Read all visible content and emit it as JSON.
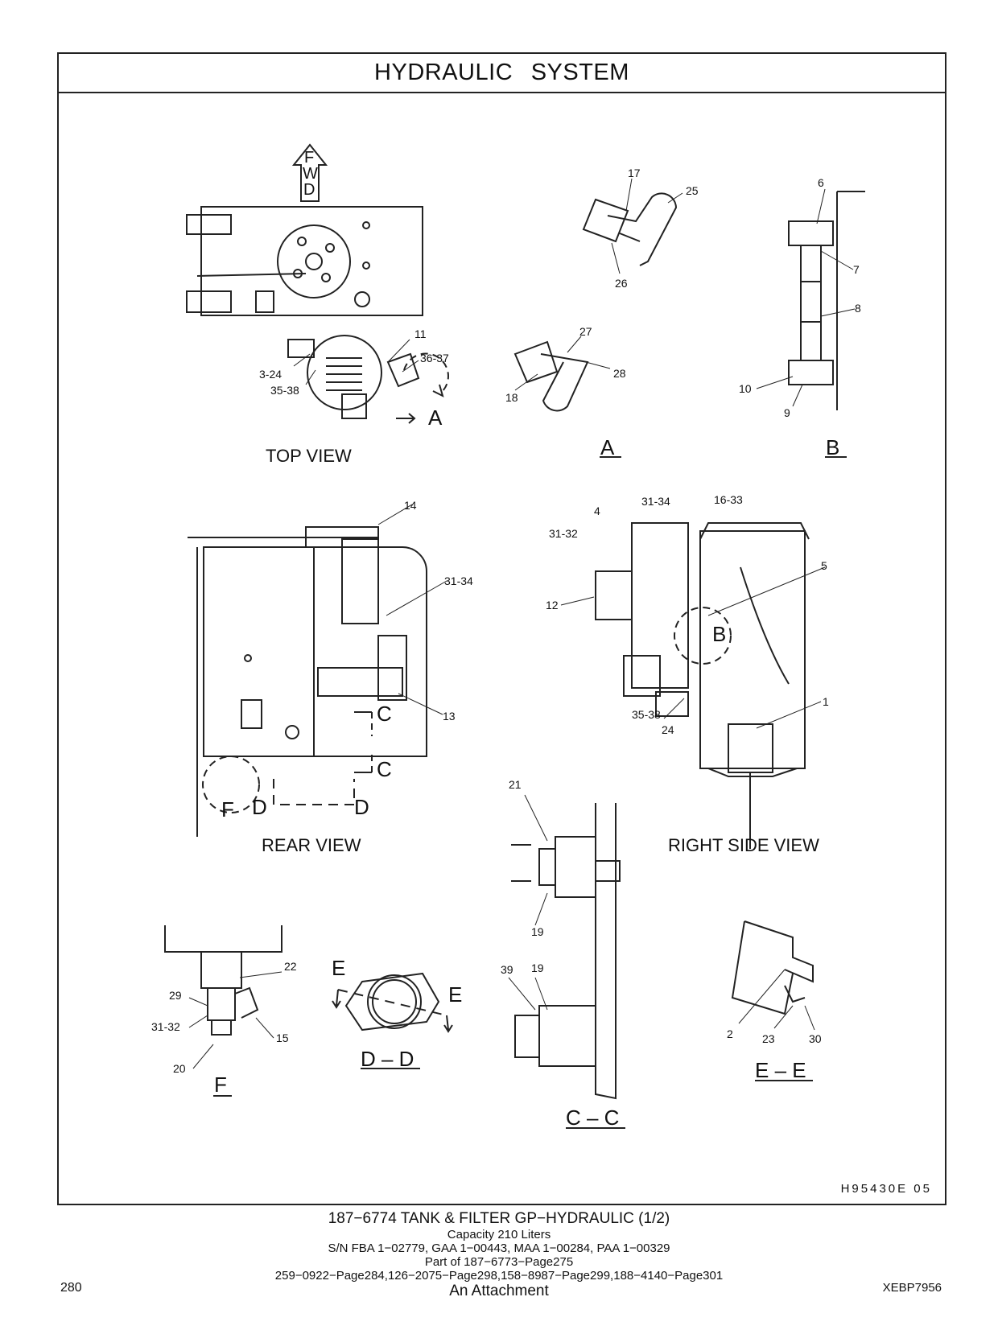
{
  "header": {
    "title": "HYDRAULIC SYSTEM"
  },
  "drawing_number": "H95430E 05",
  "directions": {
    "fwd_letters": [
      "F",
      "W",
      "D"
    ]
  },
  "views": {
    "top": "TOP VIEW",
    "rear": "REAR VIEW",
    "right_side": "RIGHT SIDE VIEW",
    "A": "A",
    "B": "B",
    "F": "F",
    "DD": "D – D",
    "CC": "C – C",
    "EE": "E – E"
  },
  "section_markers": {
    "A": "A",
    "B": "B",
    "C": "C",
    "D": "D",
    "E": "E",
    "F": "F"
  },
  "callouts": {
    "top_view": [
      "3-24",
      "35-38",
      "11",
      "36-37"
    ],
    "detail_a": [
      "17",
      "25",
      "26",
      "27",
      "28",
      "18"
    ],
    "detail_b": [
      "6",
      "7",
      "8",
      "10",
      "9"
    ],
    "rear_view": [
      "14",
      "31-34",
      "13"
    ],
    "right_side_view": [
      "4",
      "31-34",
      "16-33",
      "31-32",
      "5",
      "12",
      "35-38",
      "24",
      "1"
    ],
    "detail_cc": [
      "21",
      "19",
      "39",
      "19"
    ],
    "detail_f": [
      "22",
      "29",
      "31-32",
      "15",
      "20"
    ],
    "detail_ee": [
      "2",
      "23",
      "30"
    ]
  },
  "caption": {
    "part_title": "187−6774  TANK  &  FILTER  GP−HYDRAULIC (1/2)",
    "capacity": "Capacity  210  Liters",
    "serials": "S/N FBA 1−02779, GAA 1−00443, MAA 1−00284, PAA 1−00329",
    "part_of": "Part of 187−6773−Page275",
    "related_pages": "259−0922−Page284,126−2075−Page298,158−8987−Page299,188−4140−Page301",
    "note": "An Attachment"
  },
  "footer": {
    "page_number": "280",
    "document_code": "XEBP7956"
  }
}
